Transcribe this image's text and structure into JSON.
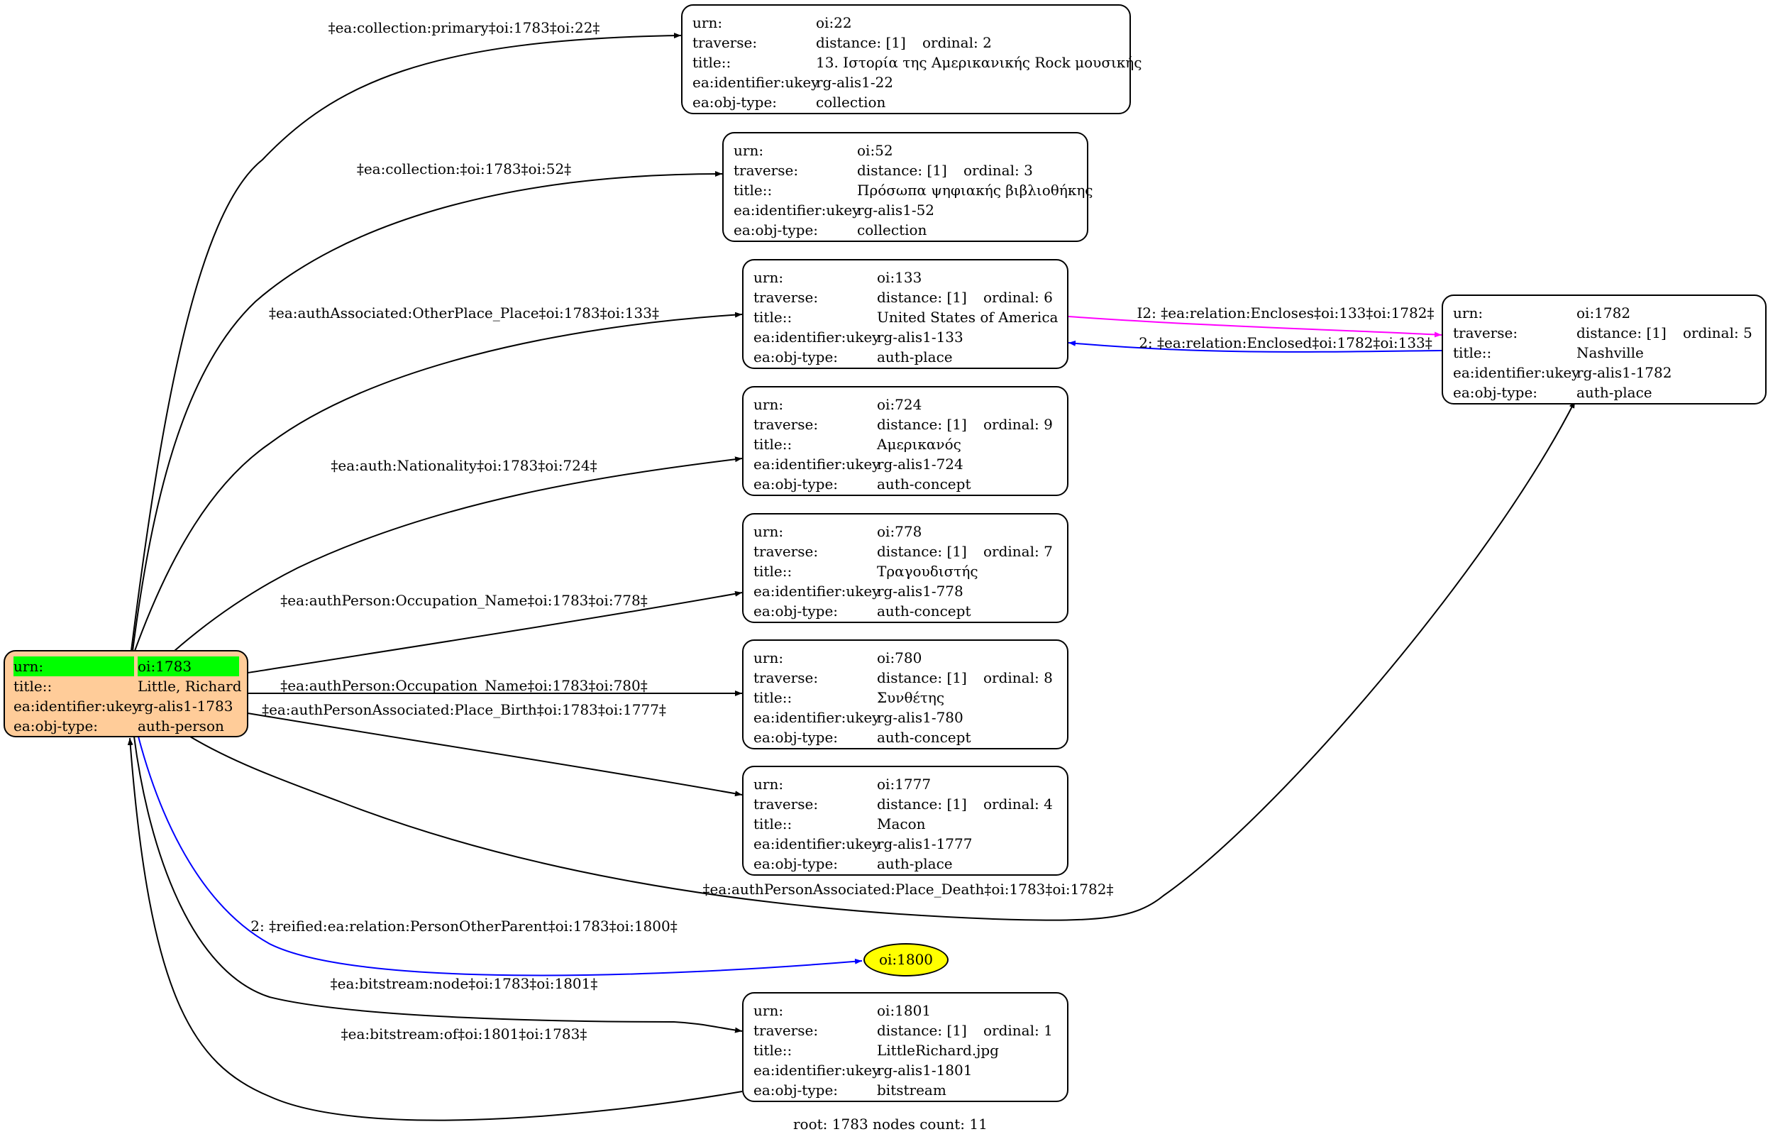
{
  "root": {
    "rows": [
      {
        "key": "urn:",
        "value": "oi:1783"
      },
      {
        "key": "title::",
        "value": "Little, Richard"
      },
      {
        "key": "ea:identifier:ukey",
        "value": "rg-alis1-1783"
      },
      {
        "key": "ea:obj-type:",
        "value": "auth-person"
      }
    ]
  },
  "nodes": [
    {
      "id": "n22",
      "urn": "oi:22",
      "distance": "distance: [1]",
      "ordinal": "ordinal: 2",
      "title": "13. Ιστορία της Αμερικανικής Rock μουσικής",
      "ukey": "rg-alis1-22",
      "type": "collection"
    },
    {
      "id": "n52",
      "urn": "oi:52",
      "distance": "distance: [1]",
      "ordinal": "ordinal: 3",
      "title": "Πρόσωπα ψηφιακής βιβλιοθήκης",
      "ukey": "rg-alis1-52",
      "type": "collection"
    },
    {
      "id": "n133",
      "urn": "oi:133",
      "distance": "distance: [1]",
      "ordinal": "ordinal: 6",
      "title": "United States of America",
      "ukey": "rg-alis1-133",
      "type": "auth-place"
    },
    {
      "id": "n724",
      "urn": "oi:724",
      "distance": "distance: [1]",
      "ordinal": "ordinal: 9",
      "title": "Αμερικανός",
      "ukey": "rg-alis1-724",
      "type": "auth-concept"
    },
    {
      "id": "n778",
      "urn": "oi:778",
      "distance": "distance: [1]",
      "ordinal": "ordinal: 7",
      "title": "Τραγουδιστής",
      "ukey": "rg-alis1-778",
      "type": "auth-concept"
    },
    {
      "id": "n780",
      "urn": "oi:780",
      "distance": "distance: [1]",
      "ordinal": "ordinal: 8",
      "title": "Συνθέτης",
      "ukey": "rg-alis1-780",
      "type": "auth-concept"
    },
    {
      "id": "n1777",
      "urn": "oi:1777",
      "distance": "distance: [1]",
      "ordinal": "ordinal: 4",
      "title": "Macon",
      "ukey": "rg-alis1-1777",
      "type": "auth-place"
    },
    {
      "id": "n1801",
      "urn": "oi:1801",
      "distance": "distance: [1]",
      "ordinal": "ordinal: 1",
      "title": "LittleRichard.jpg",
      "ukey": "rg-alis1-1801",
      "type": "bitstream"
    },
    {
      "id": "n1782",
      "urn": "oi:1782",
      "distance": "distance: [1]",
      "ordinal": "ordinal: 5",
      "title": "Nashville",
      "ukey": "rg-alis1-1782",
      "type": "auth-place"
    }
  ],
  "row_keys": {
    "urn": "urn:",
    "traverse": "traverse:",
    "title": "title::",
    "ukey": "ea:identifier:ukey",
    "type": "ea:obj-type:"
  },
  "ellipse_node": {
    "label": "oi:1800",
    "color": "#ffff00"
  },
  "edges": [
    {
      "id": "e22",
      "label": "‡ea:collection:primary‡oi:1783‡oi:22‡",
      "color": "#000000"
    },
    {
      "id": "e52",
      "label": "‡ea:collection:‡oi:1783‡oi:52‡",
      "color": "#000000"
    },
    {
      "id": "e133",
      "label": "‡ea:authAssociated:OtherPlace_Place‡oi:1783‡oi:133‡",
      "color": "#000000"
    },
    {
      "id": "e724",
      "label": "‡ea:auth:Nationality‡oi:1783‡oi:724‡",
      "color": "#000000"
    },
    {
      "id": "e778",
      "label": "‡ea:authPerson:Occupation_Name‡oi:1783‡oi:778‡",
      "color": "#000000"
    },
    {
      "id": "e780",
      "label": "‡ea:authPerson:Occupation_Name‡oi:1783‡oi:780‡",
      "color": "#000000"
    },
    {
      "id": "e1777",
      "label": "‡ea:authPersonAssociated:Place_Birth‡oi:1783‡oi:1777‡",
      "color": "#000000"
    },
    {
      "id": "e1782",
      "label": "‡ea:authPersonAssociated:Place_Death‡oi:1783‡oi:1782‡",
      "color": "#000000"
    },
    {
      "id": "e1800",
      "label": "2: ‡reified:ea:relation:PersonOtherParent‡oi:1783‡oi:1800‡",
      "color": "#0000ff"
    },
    {
      "id": "e1801",
      "label": "‡ea:bitstream:node‡oi:1783‡oi:1801‡",
      "color": "#000000"
    },
    {
      "id": "eof",
      "label": "‡ea:bitstream:of‡oi:1801‡oi:1783‡",
      "color": "#000000"
    },
    {
      "id": "encl",
      "label": "I2: ‡ea:relation:Encloses‡oi:133‡oi:1782‡",
      "color": "#ff00ff"
    },
    {
      "id": "encd",
      "label": "2: ‡ea:relation:Enclosed‡oi:1782‡oi:133‡",
      "color": "#0000ff"
    }
  ],
  "footer": "root: 1783 nodes count: 11"
}
